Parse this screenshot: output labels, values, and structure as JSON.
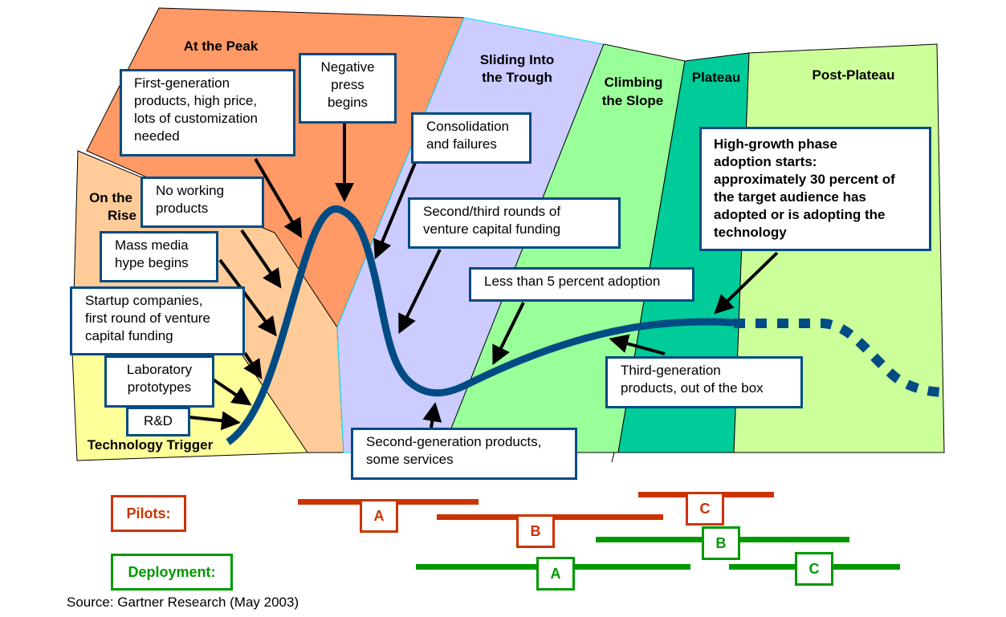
{
  "colors": {
    "trigger": "#ffff99",
    "rise": "#ffcc99",
    "peak": "#ff9966",
    "trough": "#ccccff",
    "slope": "#99ff99",
    "plateau": "#00cc99",
    "post_plateau": "#ccff99",
    "curve": "#004b84",
    "pilot": "#cc3300",
    "deployment": "#009900"
  },
  "phases": {
    "technology_trigger": "Technology Trigger",
    "on_the_rise_line1": "On the",
    "on_the_rise_line2": "Rise",
    "at_the_peak": "At the Peak",
    "sliding_line1": "Sliding Into",
    "sliding_line2": "the Trough",
    "climbing_line1": "Climbing",
    "climbing_line2": "the Slope",
    "plateau": "Plateau",
    "post_plateau": "Post-Plateau"
  },
  "callouts": {
    "first_generation": "First-generation\nproducts, high price,\nlots of customization\nneeded",
    "negative_press": "Negative\npress\nbegins",
    "consolidation": "Consolidation\nand failures",
    "no_working_products": "No working\nproducts",
    "mass_media": "Mass media\nhype begins",
    "startup_companies": "Startup companies,\nfirst round of venture\ncapital funding",
    "laboratory": "Laboratory\nprototypes",
    "rd": "R&D",
    "second_third_rounds": "Second/third rounds of\nventure capital funding",
    "less_than_5": "Less than 5 percent adoption",
    "second_generation": "Second-generation products,\nsome services",
    "third_generation": "Third-generation\nproducts, out of the box",
    "high_growth": "High-growth phase\nadoption starts:\napproximately 30 percent of\nthe target audience has\nadopted or is adopting the\ntechnology"
  },
  "legend": {
    "pilots_label": "Pilots:",
    "deployment_label": "Deployment:",
    "pilots": [
      {
        "label": "A"
      },
      {
        "label": "B"
      },
      {
        "label": "C"
      }
    ],
    "deployments": [
      {
        "label": "A"
      },
      {
        "label": "B"
      },
      {
        "label": "C"
      }
    ]
  },
  "source": "Source: Gartner Research (May 2003)"
}
